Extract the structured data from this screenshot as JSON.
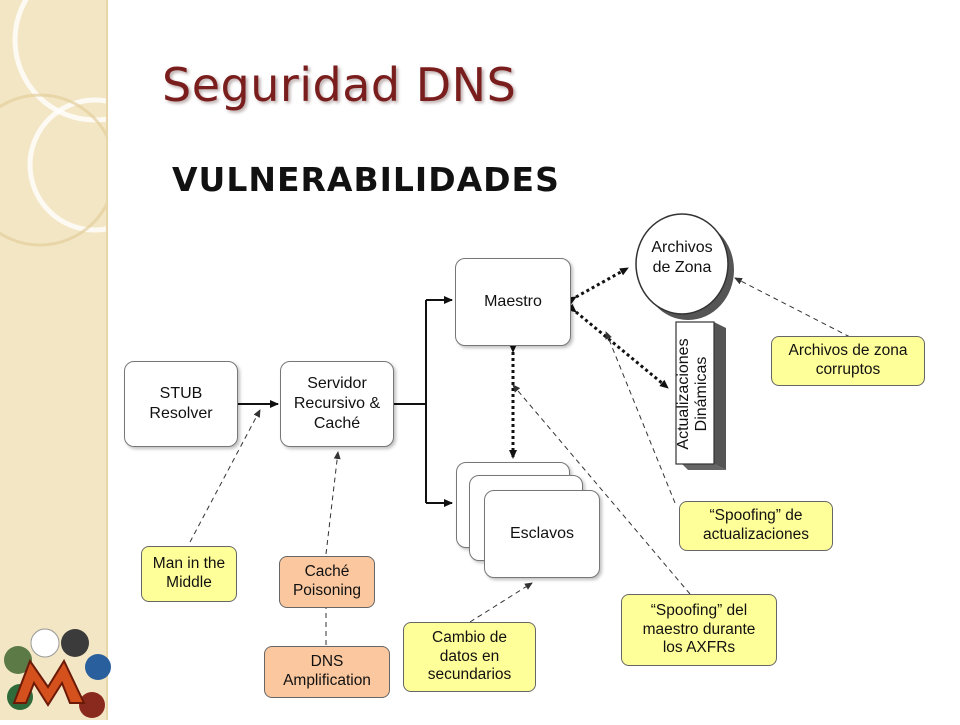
{
  "slide": {
    "title": "Seguridad DNS",
    "subtitle": "VULNERABILIDADES"
  },
  "diagram": {
    "nodes": {
      "stub": "STUB\nResolver",
      "servidor": "Servidor\nRecursivo &\nCaché",
      "maestro": "Maestro",
      "esclavos": "Esclavos",
      "archivos_zona": "Archivos\nde Zona",
      "actualizaciones": "Actualizaciones\nDinámicas"
    },
    "threats": {
      "man_in_the_middle": "Man in the\nMiddle",
      "cache_poisoning": "Caché\nPoisoning",
      "dns_amplification": "DNS\nAmplification",
      "cambio_datos": "Cambio de\ndatos en\nsecundarios",
      "spoofing_maestro": "“Spoofing” del\nmaestro durante\nlos AXFRs",
      "spoofing_actualizaciones": "“Spoofing” de\nactualizaciones",
      "archivos_corruptos": "Archivos de zona\ncorruptos"
    },
    "colors": {
      "threat_yellow": "#ffff99",
      "threat_orange": "#fbc79e",
      "title": "#7a1d1d"
    }
  },
  "logo": {
    "icon": "magic-m-logo-icon"
  }
}
